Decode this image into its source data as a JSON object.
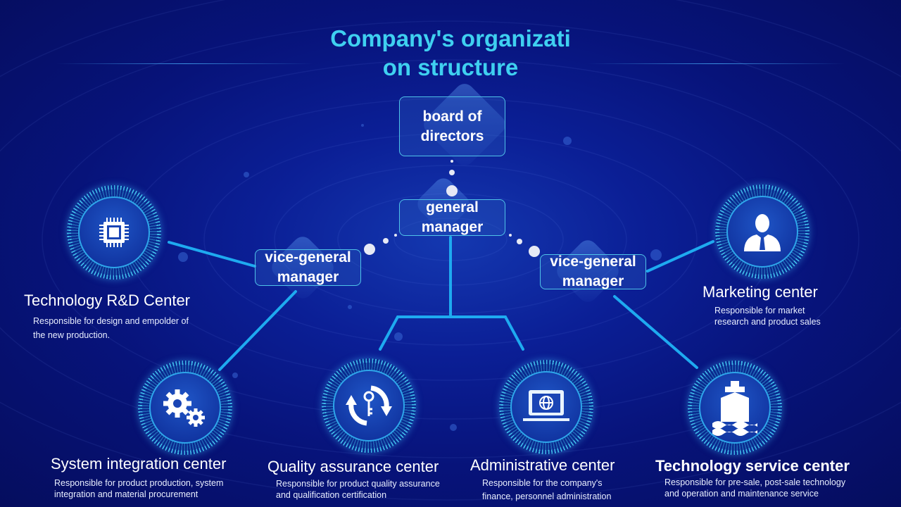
{
  "title": "Company's organizati on structure",
  "title_lines": [
    "Company's organizati",
    "on structure"
  ],
  "board": {
    "lines": [
      "board of",
      "directors"
    ]
  },
  "gm": {
    "lines": [
      "general",
      "manager"
    ]
  },
  "vgm_left": {
    "lines": [
      "vice-general",
      "manager"
    ]
  },
  "vgm_right": {
    "lines": [
      "vice-general",
      "manager"
    ]
  },
  "centers": [
    {
      "name": "Technology R&D Center",
      "desc": [
        "Responsible for design and empolder of",
        "the new production."
      ],
      "icon": "chip-icon"
    },
    {
      "name": "System integration center",
      "desc": [
        "Responsible for product production, system",
        "integration and material procurement"
      ],
      "icon": "gears-icon"
    },
    {
      "name": "Quality assurance center",
      "desc": [
        "Responsible for product quality assurance",
        "and qualification certification"
      ],
      "icon": "key-cycle-icon"
    },
    {
      "name": "Administrative center",
      "desc": [
        "Responsible for the company's",
        "finance, personnel administration"
      ],
      "icon": "laptop-globe-icon"
    },
    {
      "name": "Technology service center",
      "desc": [
        "Responsible for pre-sale, post-sale technology",
        "and operation and maintenance service"
      ],
      "icon": "ship-icon"
    },
    {
      "name": "Marketing center",
      "desc": [
        "Responsible for market",
        "research and product sales"
      ],
      "icon": "businessman-icon"
    }
  ],
  "colors": {
    "accent": "#1eaaf0",
    "title": "#3fd0f0",
    "background": "#07137a"
  }
}
